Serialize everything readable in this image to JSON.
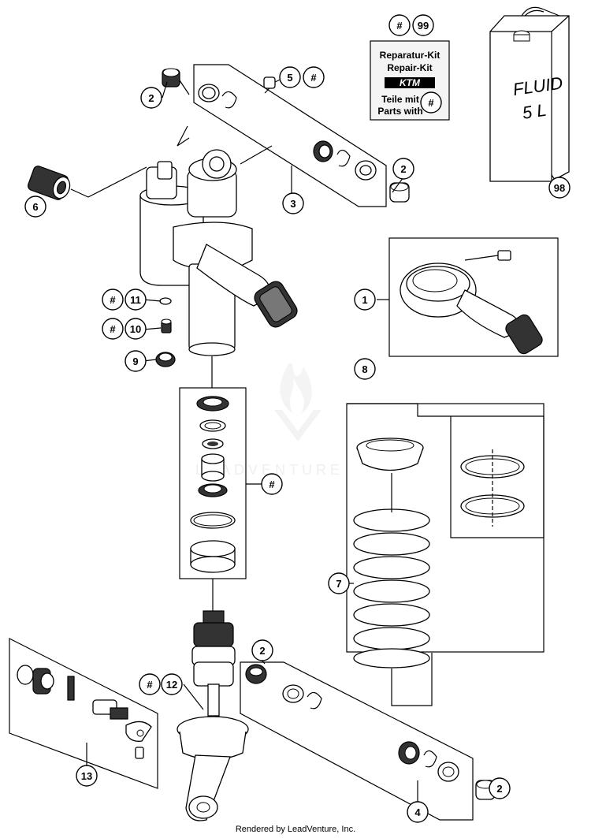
{
  "callouts": [
    {
      "id": "c2a",
      "label": "2"
    },
    {
      "id": "c5",
      "label": "5"
    },
    {
      "id": "c5h",
      "label": "#"
    },
    {
      "id": "c6",
      "label": "6"
    },
    {
      "id": "c3",
      "label": "3"
    },
    {
      "id": "c2b",
      "label": "2"
    },
    {
      "id": "c1",
      "label": "1"
    },
    {
      "id": "c11h",
      "label": "#"
    },
    {
      "id": "c11",
      "label": "11"
    },
    {
      "id": "c10h",
      "label": "#"
    },
    {
      "id": "c10",
      "label": "10"
    },
    {
      "id": "c9",
      "label": "9"
    },
    {
      "id": "c8",
      "label": "8"
    },
    {
      "id": "cmid",
      "label": "#"
    },
    {
      "id": "c7",
      "label": "7"
    },
    {
      "id": "c2c",
      "label": "2"
    },
    {
      "id": "c12h",
      "label": "#"
    },
    {
      "id": "c12",
      "label": "12"
    },
    {
      "id": "c13",
      "label": "13"
    },
    {
      "id": "c4",
      "label": "4"
    },
    {
      "id": "c2d",
      "label": "2"
    },
    {
      "id": "c99h",
      "label": "#"
    },
    {
      "id": "c99",
      "label": "99"
    },
    {
      "id": "c98",
      "label": "98"
    },
    {
      "id": "ckit",
      "label": "#"
    }
  ],
  "kit_box": {
    "line1": "Reparatur-Kit",
    "line2": "Repair-Kit",
    "brand": "KTM",
    "line3": "Teile mit",
    "line4": "Parts with"
  },
  "fluid_can": {
    "line1": "FLUID",
    "line2": "5 L"
  },
  "watermark": "LEADVENTURE",
  "footer": "Rendered by LeadVenture, Inc."
}
